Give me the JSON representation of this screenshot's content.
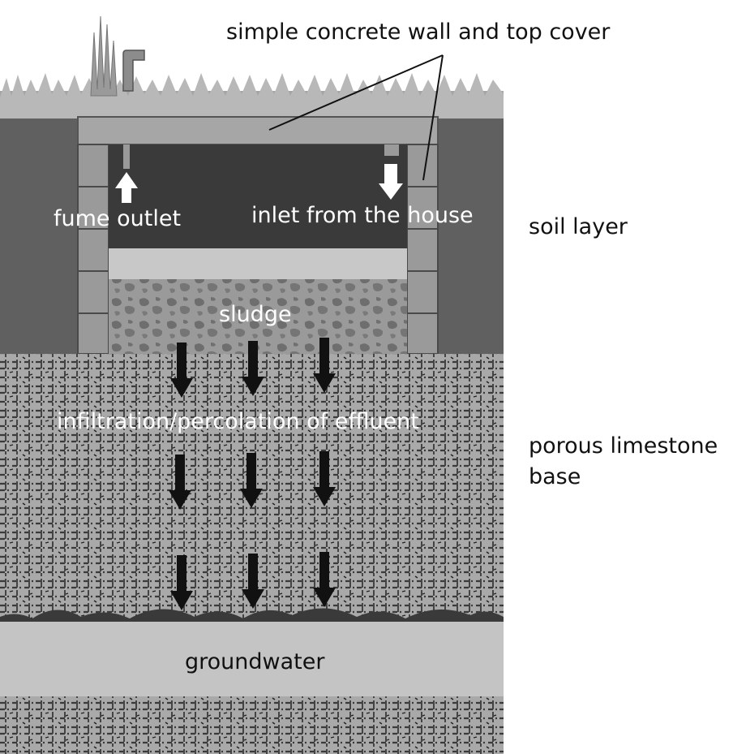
{
  "labels": {
    "top_callout": "simple concrete wall and top cover",
    "fume_outlet": "fume outlet",
    "inlet": "inlet from the house",
    "soil_layer": "soil layer",
    "sludge": "sludge",
    "infiltration": "infiltration/percolation of effluent",
    "limestone_line1": "porous limestone",
    "limestone_line2": "base",
    "groundwater": "groundwater"
  },
  "colors": {
    "soil": "#606060",
    "wall": "#9a9a9a",
    "cover": "#a6a6a6",
    "tank_interior": "#3a3a3a",
    "liquid_band": "#c8c8c8",
    "sludge": "#8a8a8a",
    "limestone": "#a8a8a8",
    "groundwater": "#c4c4c4",
    "grass": "#b0b0b0",
    "arrow_dark": "#111111",
    "arrow_light": "#ffffff"
  }
}
